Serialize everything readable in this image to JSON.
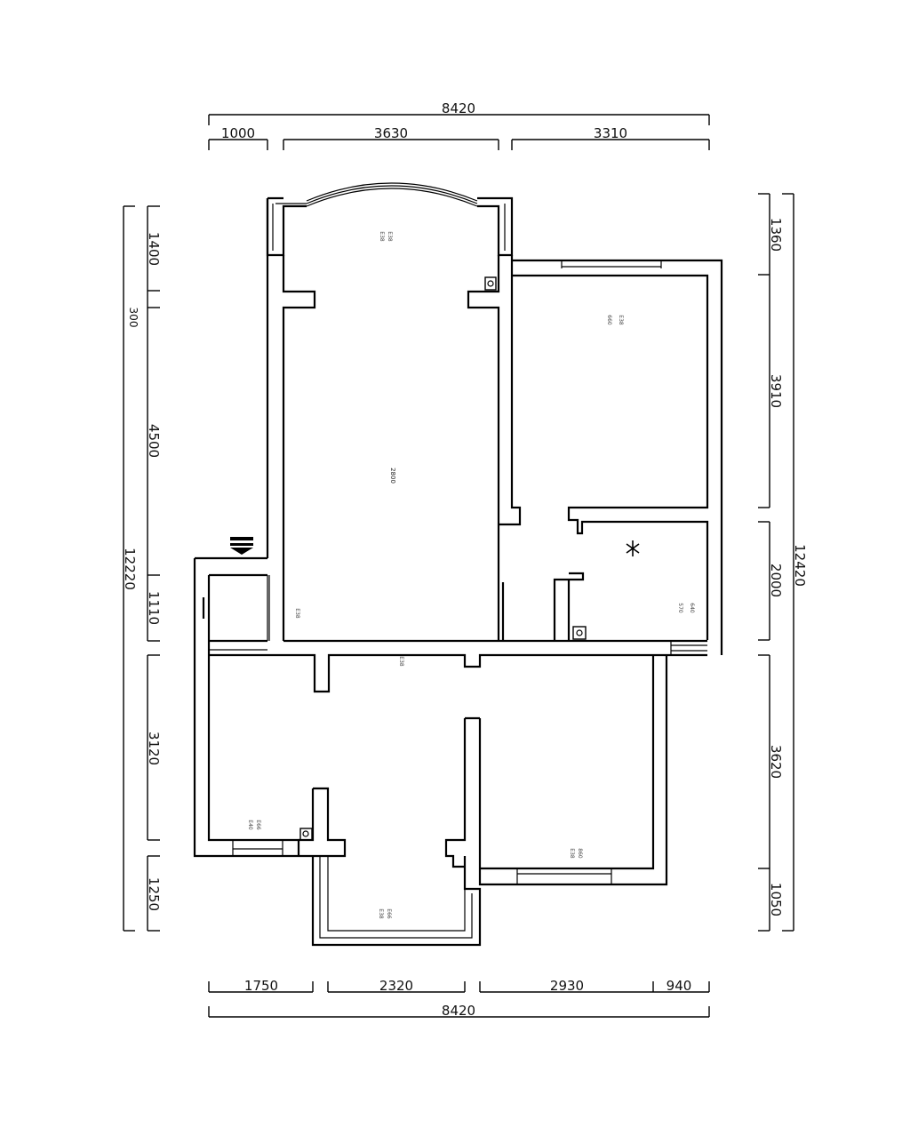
{
  "dimensions": {
    "top_total": "8420",
    "top_segments": [
      "1000",
      "3630",
      "3310"
    ],
    "bottom_segments": [
      "1750",
      "2320",
      "2930",
      "940"
    ],
    "bottom_total": "8420",
    "left_segments": [
      "1400",
      "300",
      "4500",
      "1110",
      "3120",
      "1250"
    ],
    "left_total": "12220",
    "right_segments": [
      "1360",
      "3910",
      "2000",
      "3620",
      "1050"
    ],
    "right_total": "12420"
  },
  "room_notes": {
    "living_height": "2800",
    "bay_top_a": "E38",
    "bay_top_b": "E38",
    "bedroom_ne_a": "E38",
    "bedroom_ne_b": "660",
    "bathroom_a": "640",
    "bathroom_b": "570",
    "corridor": "E38",
    "entry": "E38",
    "bedroom_sw_a": "E40",
    "bedroom_sw_b": "E66",
    "balcony_a": "E38",
    "balcony_b": "E66",
    "bedroom_se_a": "E38",
    "bedroom_se_b": "860"
  },
  "colors": {
    "wall": "#000000",
    "background": "#ffffff"
  }
}
